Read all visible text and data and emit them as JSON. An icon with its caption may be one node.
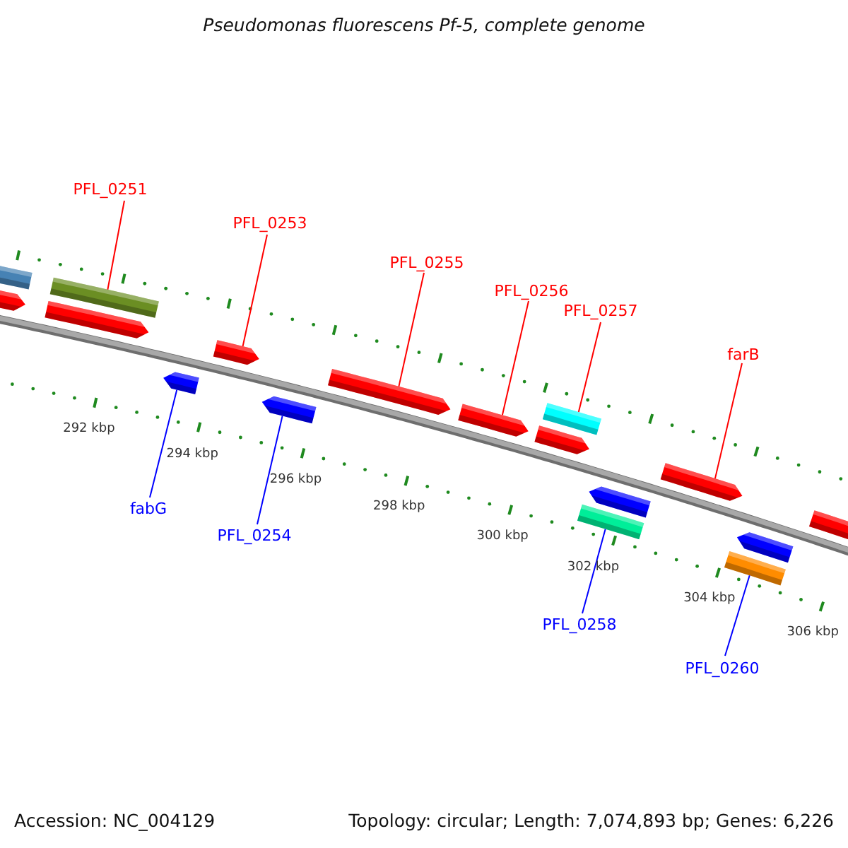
{
  "diagram": {
    "title": "Pseudomonas fluorescens Pf-5, complete genome",
    "nodes": [
      {
        "text": [
          "PFL_0251"
        ]
      },
      {
        "text": [
          "PFL_0253"
        ]
      },
      {
        "text": [
          "PFL_0255"
        ]
      },
      {
        "text": [
          "PFL_0256"
        ]
      },
      {
        "text": [
          "PFL_0257"
        ]
      },
      {
        "text": [
          "farB"
        ]
      },
      {
        "text": [
          "fabG"
        ]
      },
      {
        "text": [
          "PFL_0254"
        ]
      },
      {
        "text": [
          "PFL_0258"
        ]
      },
      {
        "text": [
          "PFL_0260"
        ]
      },
      {
        "text": [],
        "shape": "bar"
      },
      {
        "text": [],
        "shape": "arrow"
      },
      {
        "text": [],
        "shape": "bar"
      },
      {
        "text": [],
        "shape": "arrow"
      },
      {
        "text": [],
        "shape": "arrow"
      },
      {
        "text": [],
        "shape": "arrow"
      },
      {
        "text": [],
        "shape": "arrow"
      },
      {
        "text": [],
        "shape": "arrow"
      },
      {
        "text": [],
        "shape": "arrow"
      },
      {
        "text": [],
        "shape": "bar"
      },
      {
        "text": [],
        "shape": "arrow"
      },
      {
        "text": [],
        "shape": "arrow"
      },
      {
        "text": [],
        "shape": "bar"
      },
      {
        "text": [],
        "shape": "arrow"
      },
      {
        "text": [],
        "shape": "arrow"
      },
      {
        "text": [],
        "shape": "bar"
      },
      {
        "text": [],
        "shape": "arrow"
      }
    ],
    "edges": [
      {
        "from": 0,
        "to": 12,
        "arrow": "none",
        "color": "#ff0000"
      },
      {
        "from": 1,
        "to": 15,
        "arrow": "none",
        "color": "#ff0000"
      },
      {
        "from": 2,
        "to": 17,
        "arrow": "none",
        "color": "#ff0000"
      },
      {
        "from": 3,
        "to": 18,
        "arrow": "none",
        "color": "#ff0000"
      },
      {
        "from": 4,
        "to": 19,
        "arrow": "none",
        "color": "#ff0000"
      },
      {
        "from": 5,
        "to": 23,
        "arrow": "none",
        "color": "#ff0000"
      },
      {
        "from": 6,
        "to": 14,
        "arrow": "none",
        "color": "#0000ff"
      },
      {
        "from": 7,
        "to": 16,
        "arrow": "none",
        "color": "#0000ff"
      },
      {
        "from": 8,
        "to": 22,
        "arrow": "none",
        "color": "#0000ff"
      },
      {
        "from": 9,
        "to": 25,
        "arrow": "none",
        "color": "#0000ff"
      }
    ],
    "labels": [
      "292 kbp",
      "294 kbp",
      "296 kbp",
      "298 kbp",
      "300 kbp",
      "302 kbp",
      "304 kbp",
      "306 kbp",
      "Accession: NC_004129",
      "Topology: circular; Length: 7,074,893 bp; Genes: 6,226"
    ]
  }
}
